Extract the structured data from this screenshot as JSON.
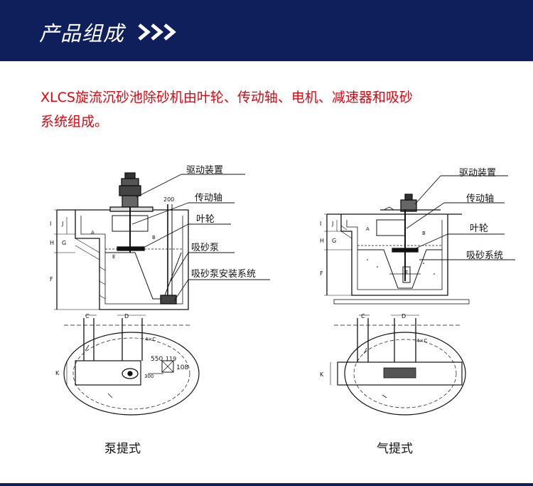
{
  "header": {
    "title": "产品组成",
    "arrow_icon": "triple-chevron-right-icon",
    "bg_color": "#0f1f5c"
  },
  "intro": {
    "line1": "XLCS旋流沉砂池除砂机由叶轮、传动轴、电机、减速器和吸砂",
    "line2": "系统组成。",
    "color": "#e8000b"
  },
  "figures": {
    "pump": {
      "caption": "泵提式",
      "labels": {
        "drive": "驱动装置",
        "shaft": "传动轴",
        "impeller": "叶轮",
        "sand_pump": "吸砂泵",
        "pump_install": "吸砂泵安装系统"
      },
      "dims": {
        "d200": "200",
        "d550": "550",
        "d119": "119",
        "d108": "108",
        "d300": "300",
        "I": "I",
        "J": "J",
        "G": "G",
        "H": "H",
        "F": "F",
        "A": "A",
        "B": "B",
        "E": "E",
        "C": "C",
        "D": "D",
        "K": "K",
        "XC": "4×C"
      }
    },
    "air": {
      "caption": "气提式",
      "labels": {
        "drive": "驱动装置",
        "shaft": "传动轴",
        "impeller": "叶轮",
        "sand_system": "吸砂系统"
      },
      "dims": {
        "I": "I",
        "J": "J",
        "G": "G",
        "H": "H",
        "F": "F",
        "A": "A",
        "B": "B",
        "E": "E",
        "C": "C",
        "D": "D",
        "K": "K",
        "XC": "4×C"
      }
    }
  }
}
